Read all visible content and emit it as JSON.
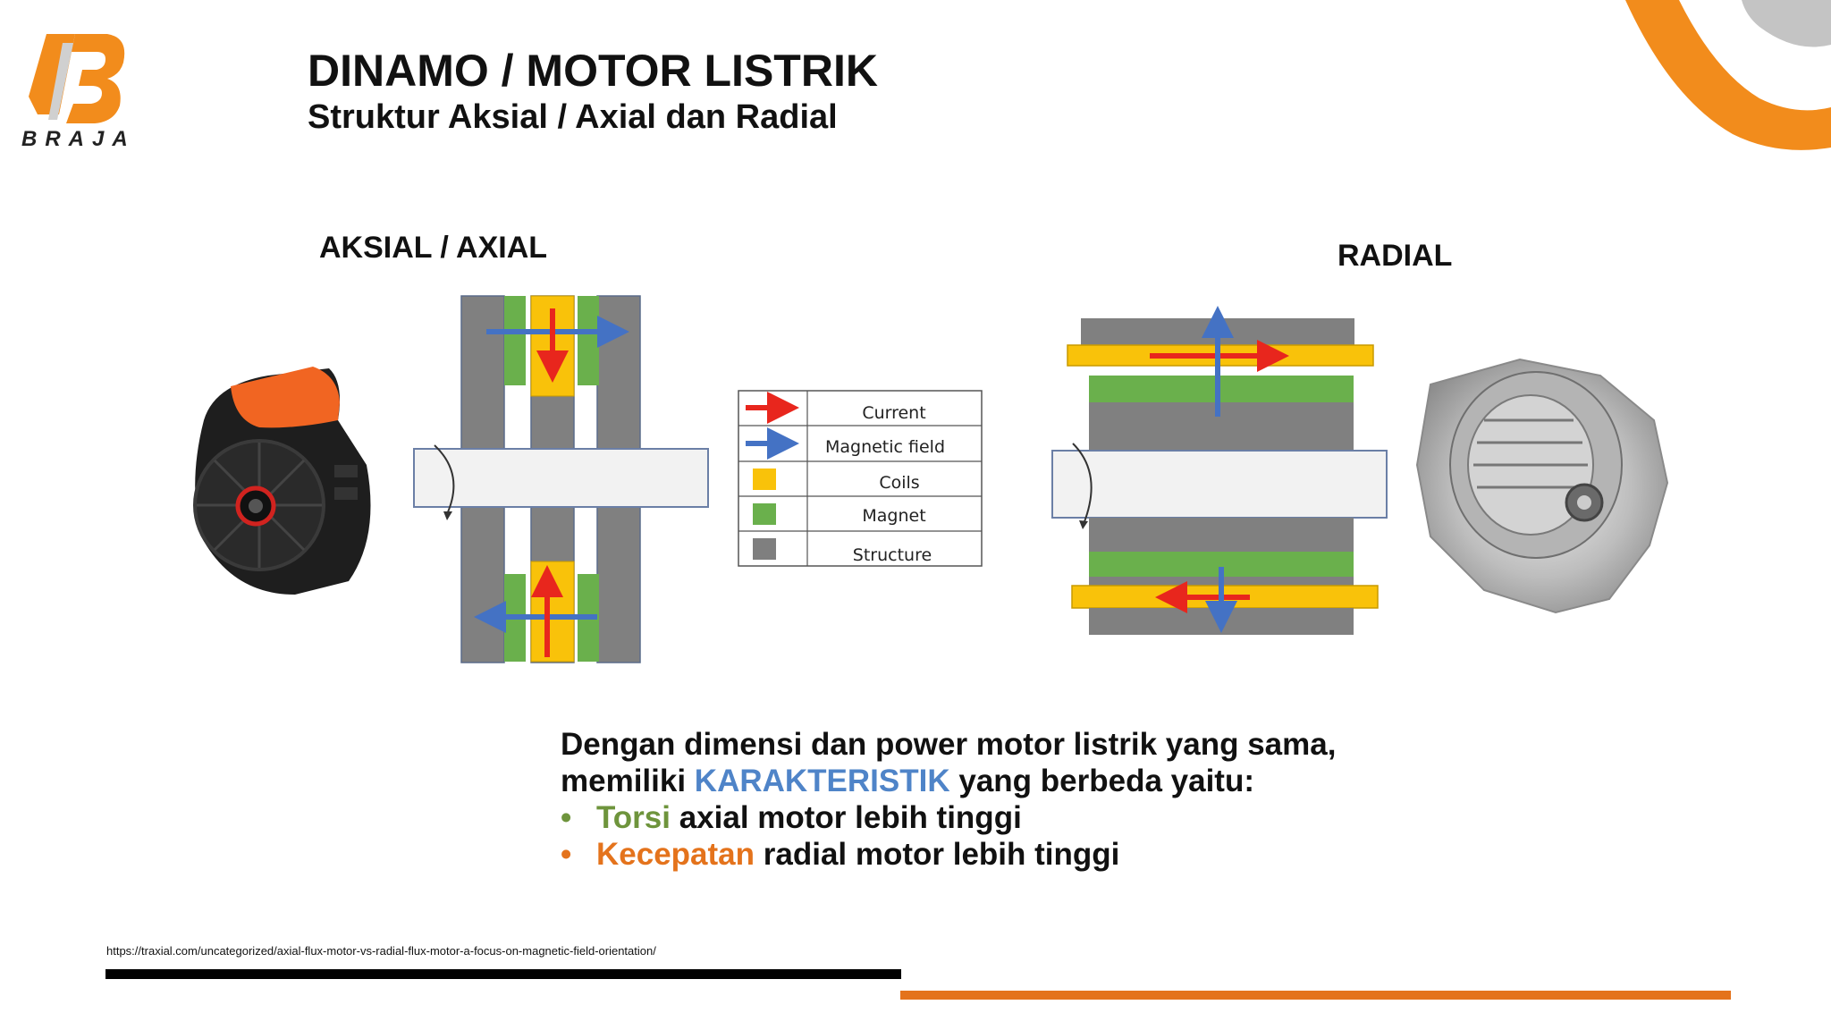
{
  "brand": {
    "logo_text": "BRAJA"
  },
  "header": {
    "title": "DINAMO / MOTOR LISTRIK",
    "subtitle": "Struktur Aksial / Axial dan Radial"
  },
  "diagram": {
    "axial_label": "AKSIAL / AXIAL",
    "radial_label": "RADIAL",
    "legend": [
      {
        "label": "Current",
        "symbol": "red-arrow",
        "color": "#e8261d"
      },
      {
        "label": "Magnetic field",
        "symbol": "blue-arrow",
        "color": "#4472c4"
      },
      {
        "label": "Coils",
        "symbol": "swatch",
        "color": "#f9c20a"
      },
      {
        "label": "Magnet",
        "symbol": "swatch",
        "color": "#6ab04c"
      },
      {
        "label": "Structure",
        "symbol": "swatch",
        "color": "#7f7f7f"
      }
    ]
  },
  "description": {
    "line1": "Dengan dimensi dan power motor listrik yang sama,",
    "line2_prefix": "memiliki ",
    "line2_highlight": "KARAKTERISTIK",
    "line2_suffix": " yang berbeda yaitu:",
    "bullets": [
      {
        "highlight": "Torsi",
        "text": " axial motor lebih tinggi",
        "color": "#6e943c"
      },
      {
        "highlight": "Kecepatan",
        "text": " radial motor lebih tinggi",
        "color": "#e4731c"
      }
    ],
    "bullet_char": "•"
  },
  "footer": {
    "source_url": "https://traxial.com/uncategorized/axial-flux-motor-vs-radial-flux-motor-a-focus-on-magnetic-field-orientation/"
  },
  "colors": {
    "accent_orange": "#e4731c",
    "brand_orange": "#f28c1c",
    "brand_grey": "#c4c4c4"
  }
}
